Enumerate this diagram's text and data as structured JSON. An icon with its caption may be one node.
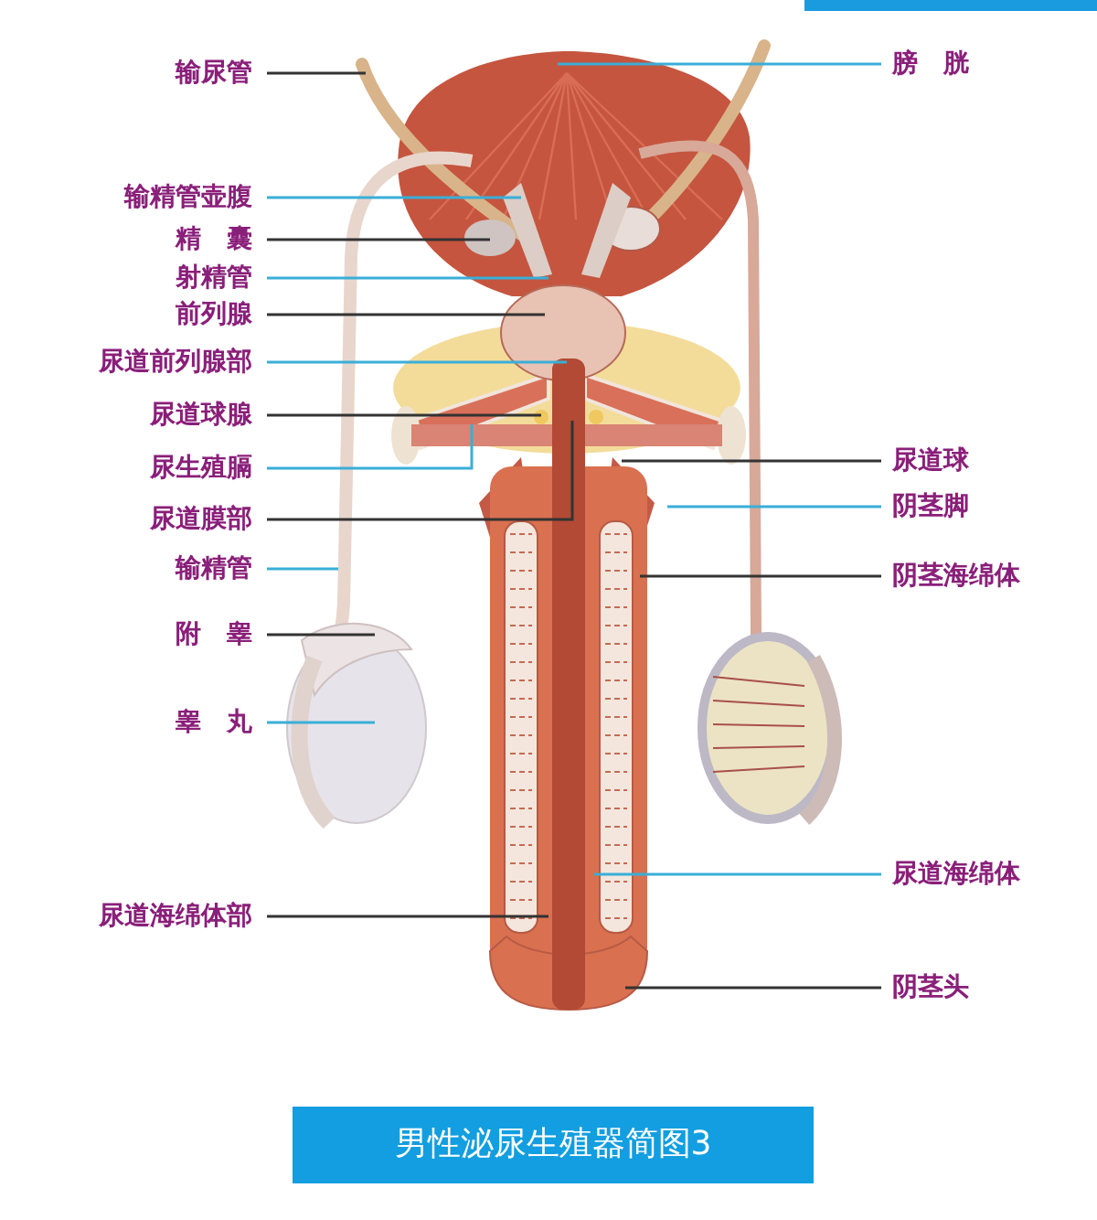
{
  "diagram": {
    "caption": "男性泌尿生殖器简图3",
    "nodes": [
      {
        "text": [
          "输尿管"
        ]
      },
      {
        "text": [
          "输精管壶腹"
        ]
      },
      {
        "text": [
          "精　囊"
        ]
      },
      {
        "text": [
          "射精管"
        ]
      },
      {
        "text": [
          "前列腺"
        ]
      },
      {
        "text": [
          "尿道前列腺部"
        ]
      },
      {
        "text": [
          "尿道球腺"
        ]
      },
      {
        "text": [
          "尿生殖膈"
        ]
      },
      {
        "text": [
          "尿道膜部"
        ]
      },
      {
        "text": [
          "输精管"
        ]
      },
      {
        "text": [
          "附　睾"
        ]
      },
      {
        "text": [
          "睾　丸"
        ]
      },
      {
        "text": [
          "尿道海绵体部"
        ]
      },
      {
        "text": [
          "膀　胱"
        ]
      },
      {
        "text": [
          "尿道球"
        ]
      },
      {
        "text": [
          "阴茎脚"
        ]
      },
      {
        "text": [
          "阴茎海绵体"
        ]
      },
      {
        "text": [
          "尿道海绵体"
        ]
      },
      {
        "text": [
          "阴茎头"
        ]
      }
    ],
    "edges": [
      {
        "from": 0,
        "to": null,
        "arrow": "none"
      },
      {
        "from": 1,
        "to": null,
        "arrow": "none",
        "color": "#3aaed8"
      },
      {
        "from": 2,
        "to": null,
        "arrow": "none"
      },
      {
        "from": 3,
        "to": null,
        "arrow": "none",
        "color": "#3aaed8"
      },
      {
        "from": 4,
        "to": null,
        "arrow": "none"
      },
      {
        "from": 5,
        "to": null,
        "arrow": "none",
        "color": "#3aaed8"
      },
      {
        "from": 6,
        "to": null,
        "arrow": "none"
      },
      {
        "from": 7,
        "to": null,
        "arrow": "none",
        "color": "#3aaed8"
      },
      {
        "from": 8,
        "to": null,
        "arrow": "none"
      },
      {
        "from": 9,
        "to": null,
        "arrow": "none",
        "color": "#3aaed8"
      },
      {
        "from": 10,
        "to": null,
        "arrow": "none"
      },
      {
        "from": 11,
        "to": null,
        "arrow": "none",
        "color": "#3aaed8"
      },
      {
        "from": 12,
        "to": null,
        "arrow": "none"
      },
      {
        "from": 13,
        "to": null,
        "arrow": "none",
        "color": "#3aaed8"
      },
      {
        "from": 14,
        "to": null,
        "arrow": "none"
      },
      {
        "from": 15,
        "to": null,
        "arrow": "none",
        "color": "#3aaed8"
      },
      {
        "from": 16,
        "to": null,
        "arrow": "none"
      },
      {
        "from": 17,
        "to": null,
        "arrow": "none",
        "color": "#3aaed8"
      },
      {
        "from": 18,
        "to": null,
        "arrow": "none"
      }
    ]
  }
}
